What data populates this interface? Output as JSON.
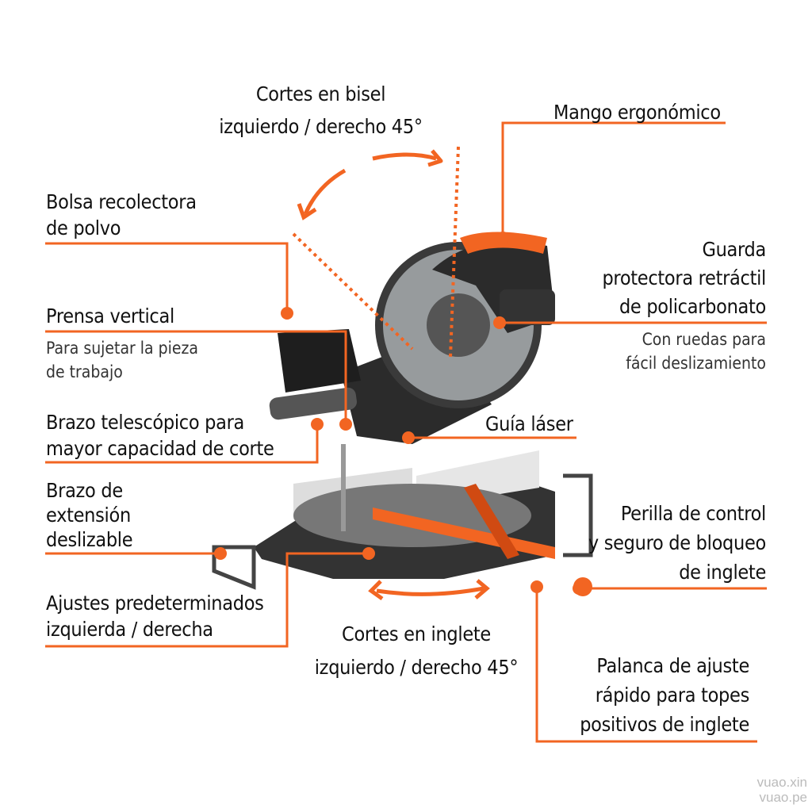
{
  "colors": {
    "accent": "#f26522",
    "saw_body": "#2b2b2b",
    "text": "#111111"
  },
  "labels": {
    "bevel": [
      "Cortes en bisel",
      "izquierdo /  derecho 45°"
    ],
    "handle": "Mango ergonómico",
    "dust_bag": [
      "Bolsa recolectora",
      "de polvo"
    ],
    "clamp": "Prensa vertical",
    "clamp_sub": [
      "Para sujetar la pieza",
      "de trabajo"
    ],
    "guard": [
      "Guarda",
      "protectora retráctil",
      "de policarbonato"
    ],
    "guard_sub": [
      "Con ruedas para",
      "fácil deslizamiento"
    ],
    "telescopic": [
      "Brazo telescópico para",
      "mayor capacidad de corte"
    ],
    "laser": "Guía láser",
    "extension": [
      "Brazo de",
      "extensión",
      "deslizable"
    ],
    "knob": [
      "Perilla de control",
      "y seguro de bloqueo",
      "de inglete"
    ],
    "presets": [
      "Ajustes predeterminados",
      "izquierda / derecha"
    ],
    "miter": [
      "Cortes en inglete",
      "izquierdo /  derecho 45°"
    ],
    "lever": [
      "Palanca de ajuste",
      "rápido para topes",
      "positivos de inglete"
    ]
  },
  "watermark": [
    "vuao.xin",
    "vuao.pe"
  ]
}
